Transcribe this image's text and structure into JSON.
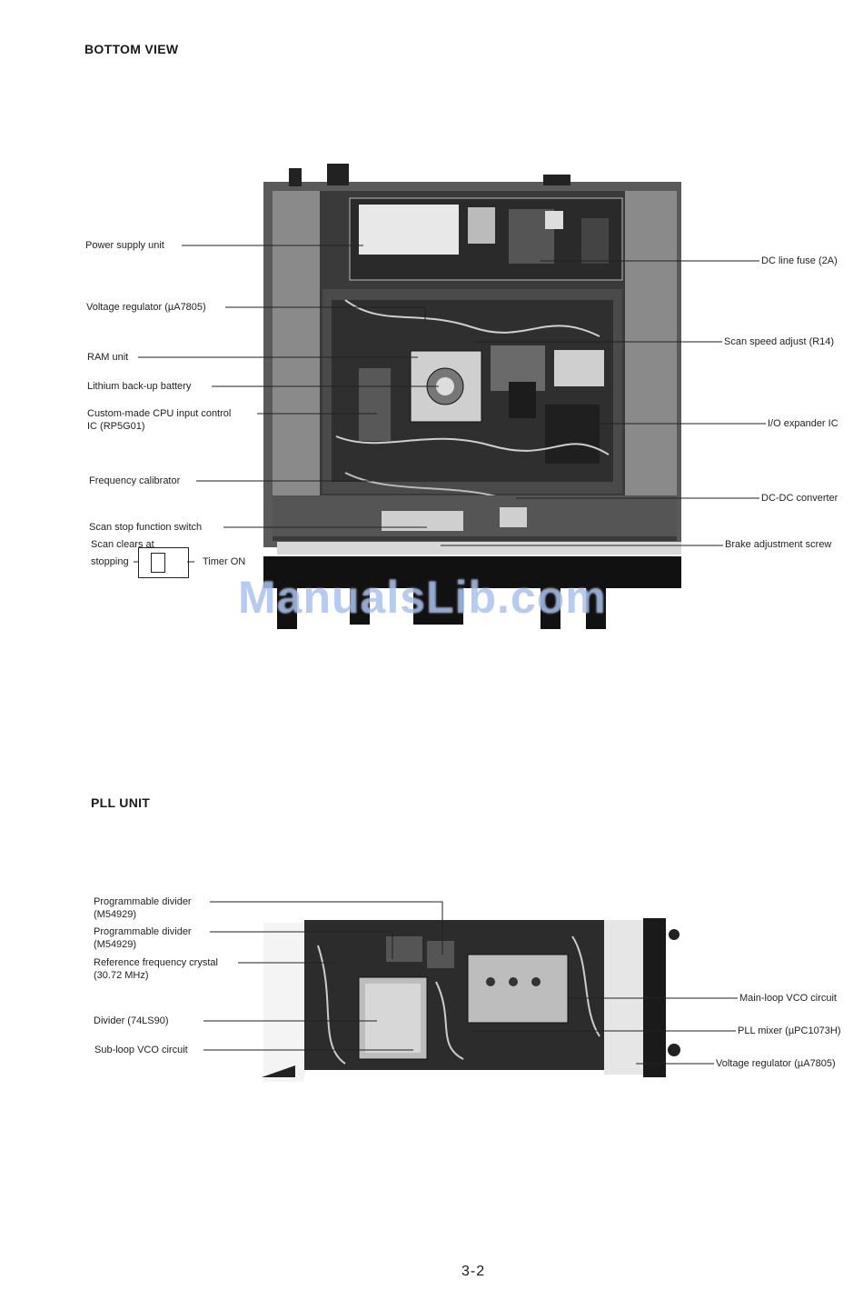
{
  "headings": {
    "bottom_view": "BOTTOM VIEW",
    "pll_unit": "PLL UNIT"
  },
  "bottom_view_labels": {
    "power_supply_unit": "Power supply unit",
    "voltage_regulator": "Voltage regulator (µA7805)",
    "ram_unit": "RAM unit",
    "lithium_battery": "Lithium back-up battery",
    "cpu_ic": "Custom-made CPU input control\nIC (RP5G01)",
    "frequency_calibrator": "Frequency calibrator",
    "scan_stop_switch": "Scan stop function switch",
    "scan_clears_at": "Scan clears at",
    "stopping": "stopping",
    "timer_on": "Timer ON",
    "dc_line_fuse": "DC line fuse (2A)",
    "scan_speed_adjust": "Scan speed adjust (R14)",
    "io_expander": "I/O expander IC",
    "dc_dc_converter": "DC-DC converter",
    "brake_screw": "Brake adjustment screw"
  },
  "pll_unit_labels": {
    "prog_divider_1": "Programmable divider\n(M54929)",
    "prog_divider_2": "Programmable divider\n(M54929)",
    "ref_crystal": "Reference frequency crystal\n(30.72 MHz)",
    "divider": "Divider (74LS90)",
    "sub_loop_vco": "Sub-loop VCO circuit",
    "main_loop_vco": "Main-loop VCO circuit",
    "pll_mixer": "PLL mixer (µPC1073H)",
    "voltage_regulator": "Voltage regulator (µA7805)"
  },
  "watermark": "ManualsLib.com",
  "page_number": "3-2"
}
